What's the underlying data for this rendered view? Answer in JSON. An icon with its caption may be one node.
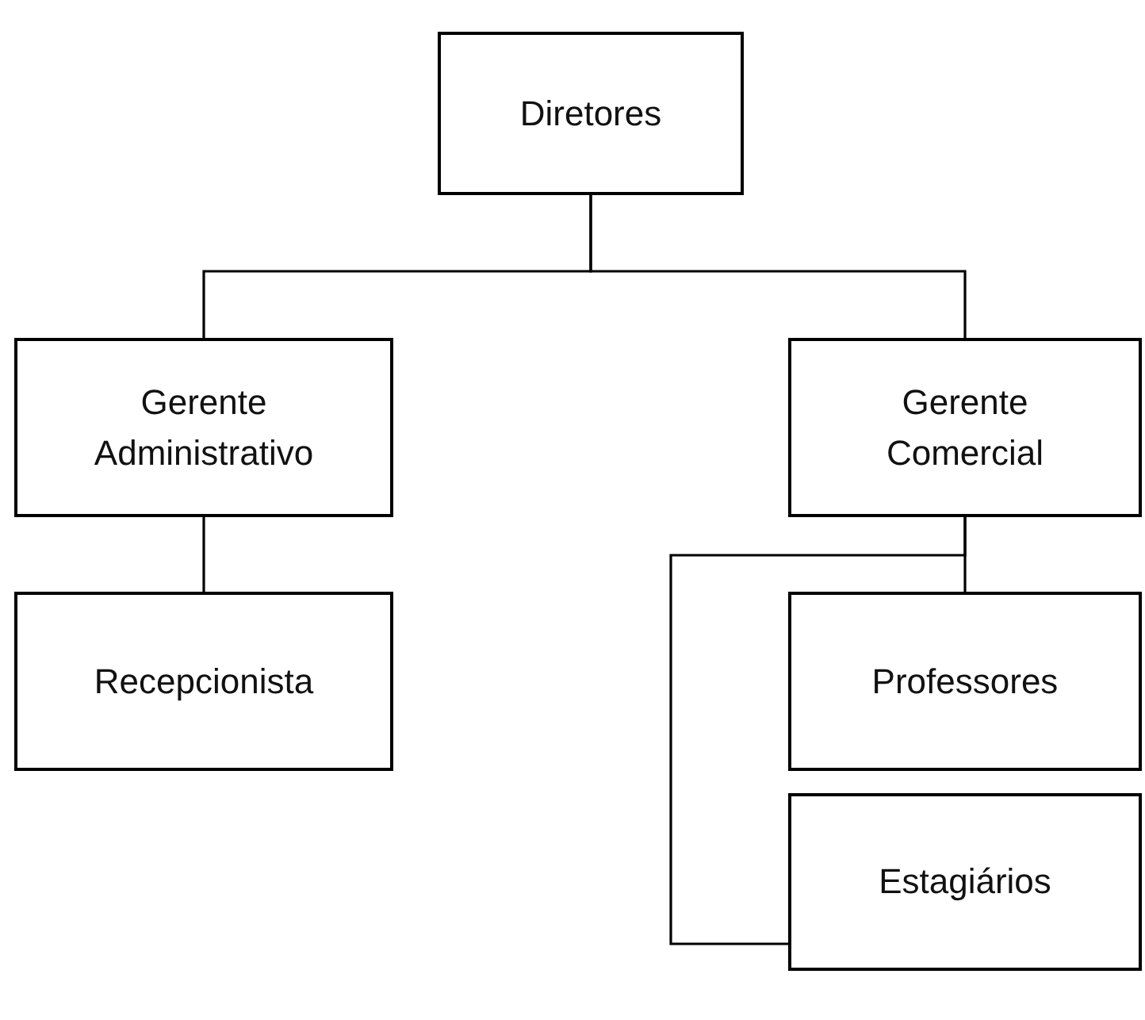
{
  "diagram": {
    "nodes": [
      {
        "text": [
          "Diretores"
        ]
      },
      {
        "text": [
          "Gerente Administrativo"
        ]
      },
      {
        "text": [
          "Gerente Comercial"
        ]
      },
      {
        "text": [
          "Recepcionista"
        ]
      },
      {
        "text": [
          "Professores"
        ]
      },
      {
        "text": [
          "Estagiários"
        ]
      }
    ],
    "edges": [
      {
        "from": 0,
        "to": 1,
        "arrow": "none"
      },
      {
        "from": 0,
        "to": 2,
        "arrow": "none"
      },
      {
        "from": 1,
        "to": 3,
        "arrow": "none"
      },
      {
        "from": 2,
        "to": 4,
        "arrow": "none"
      },
      {
        "from": 2,
        "to": 5,
        "arrow": "none"
      }
    ]
  }
}
